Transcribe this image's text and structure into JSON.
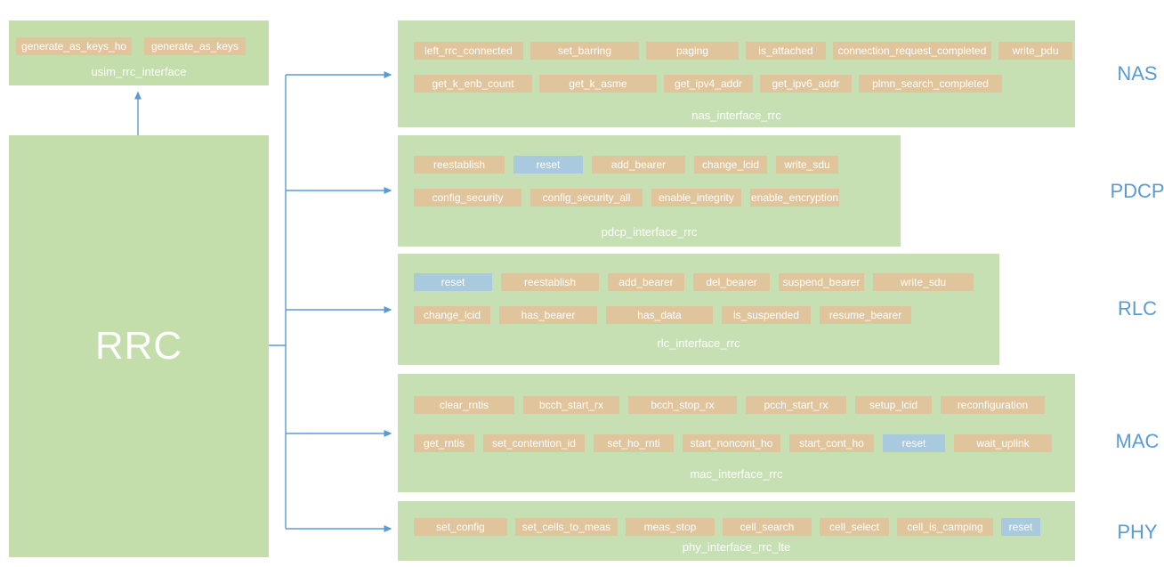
{
  "colors": {
    "panel_green": "#C6E0B4",
    "left_green": "#C3DEAA",
    "chip_tan": "#E0C49B",
    "chip_blue": "#A9C9DF",
    "connector_blue": "#5B9BD5",
    "layer_label_blue": "#5B9BD5",
    "text_white": "#FFFFFF"
  },
  "rrc": {
    "label": "RRC"
  },
  "usim": {
    "title": "usim_rrc_interface",
    "rows": [
      [
        {
          "label": "generate_as_keys_ho",
          "variant": "tan"
        },
        {
          "label": "generate_as_keys",
          "variant": "tan"
        }
      ]
    ]
  },
  "panels": [
    {
      "id": "nas",
      "title": "nas_interface_rrc",
      "side_label": "NAS",
      "rows": [
        [
          {
            "label": "left_rrc_connected",
            "variant": "tan"
          },
          {
            "label": "set_barring",
            "variant": "tan"
          },
          {
            "label": "paging",
            "variant": "tan"
          },
          {
            "label": "is_attached",
            "variant": "tan"
          },
          {
            "label": "connection_request_completed",
            "variant": "tan"
          },
          {
            "label": "write_pdu",
            "variant": "tan"
          }
        ],
        [
          {
            "label": "get_k_enb_count",
            "variant": "tan"
          },
          {
            "label": "get_k_asme",
            "variant": "tan"
          },
          {
            "label": "get_ipv4_addr",
            "variant": "tan"
          },
          {
            "label": "get_ipv6_addr",
            "variant": "tan"
          },
          {
            "label": "plmn_search_completed",
            "variant": "tan"
          }
        ]
      ]
    },
    {
      "id": "pdcp",
      "title": "pdcp_interface_rrc",
      "side_label": "PDCP",
      "rows": [
        [
          {
            "label": "reestablish",
            "variant": "tan"
          },
          {
            "label": "reset",
            "variant": "blue"
          },
          {
            "label": "add_bearer",
            "variant": "tan"
          },
          {
            "label": "change_lcid",
            "variant": "tan"
          },
          {
            "label": "write_sdu",
            "variant": "tan"
          }
        ],
        [
          {
            "label": "config_security",
            "variant": "tan"
          },
          {
            "label": "config_security_all",
            "variant": "tan"
          },
          {
            "label": "enable_integrity",
            "variant": "tan"
          },
          {
            "label": "enable_encryption",
            "variant": "tan"
          }
        ]
      ]
    },
    {
      "id": "rlc",
      "title": "rlc_interface_rrc",
      "side_label": "RLC",
      "rows": [
        [
          {
            "label": "reset",
            "variant": "blue"
          },
          {
            "label": "reestablish",
            "variant": "tan"
          },
          {
            "label": "add_bearer",
            "variant": "tan"
          },
          {
            "label": "del_bearer",
            "variant": "tan"
          },
          {
            "label": "suspend_bearer",
            "variant": "tan"
          },
          {
            "label": "write_sdu",
            "variant": "tan"
          }
        ],
        [
          {
            "label": "change_lcid",
            "variant": "tan"
          },
          {
            "label": "has_bearer",
            "variant": "tan"
          },
          {
            "label": "has_data",
            "variant": "tan"
          },
          {
            "label": "is_suspended",
            "variant": "tan"
          },
          {
            "label": "resume_bearer",
            "variant": "tan"
          }
        ]
      ]
    },
    {
      "id": "mac",
      "title": "mac_interface_rrc",
      "side_label": "MAC",
      "rows": [
        [
          {
            "label": "clear_rntis",
            "variant": "tan"
          },
          {
            "label": "bcch_start_rx",
            "variant": "tan"
          },
          {
            "label": "bcch_stop_rx",
            "variant": "tan"
          },
          {
            "label": "pcch_start_rx",
            "variant": "tan"
          },
          {
            "label": "setup_lcid",
            "variant": "tan"
          },
          {
            "label": "reconfiguration",
            "variant": "tan"
          }
        ],
        [
          {
            "label": "get_rntis",
            "variant": "tan"
          },
          {
            "label": "set_contention_id",
            "variant": "tan"
          },
          {
            "label": "set_ho_rnti",
            "variant": "tan"
          },
          {
            "label": "start_noncont_ho",
            "variant": "tan"
          },
          {
            "label": "start_cont_ho",
            "variant": "tan"
          },
          {
            "label": "reset",
            "variant": "blue"
          },
          {
            "label": "wait_uplink",
            "variant": "tan"
          }
        ]
      ]
    },
    {
      "id": "phy",
      "title": "phy_interface_rrc_lte",
      "side_label": "PHY",
      "rows": [
        [
          {
            "label": "set_config",
            "variant": "tan"
          },
          {
            "label": "set_cells_to_meas",
            "variant": "tan"
          },
          {
            "label": "meas_stop",
            "variant": "tan"
          },
          {
            "label": "cell_search",
            "variant": "tan"
          },
          {
            "label": "cell_select",
            "variant": "tan"
          },
          {
            "label": "cell_is_camping",
            "variant": "tan"
          },
          {
            "label": "reset",
            "variant": "blue"
          }
        ]
      ]
    }
  ]
}
